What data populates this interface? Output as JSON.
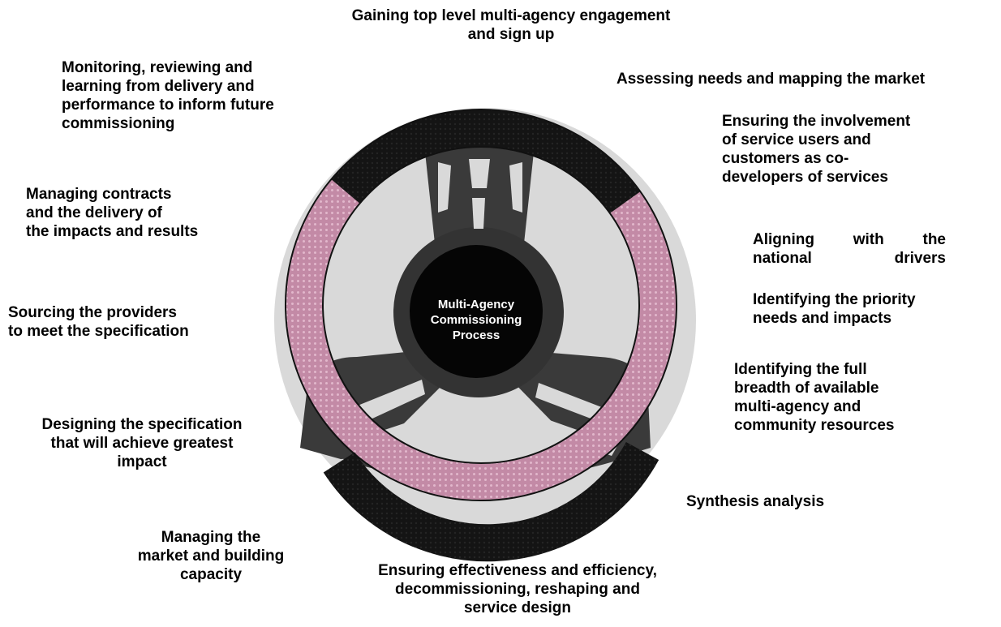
{
  "center": {
    "lines": "Multi-Agency\nCommissioning\nProcess"
  },
  "colors": {
    "rim_black": "#161616",
    "rim_pink": "#c38aa6",
    "spokes": "#3a3a3a",
    "hub": "#050505",
    "hub_text": "#ffffff"
  },
  "steps": [
    {
      "id": "gaining",
      "text": "Gaining top level multi-agency engagement\nand sign up"
    },
    {
      "id": "assessing",
      "text": "Assessing needs and mapping the market"
    },
    {
      "id": "ensuring-involvement",
      "text": "Ensuring the involvement\nof service users and\ncustomers as co-\ndevelopers of services"
    },
    {
      "id": "aligning",
      "text": "Aligning with the\nnational drivers"
    },
    {
      "id": "identifying-priority",
      "text": "Identifying the priority\nneeds and impacts"
    },
    {
      "id": "identifying-breadth",
      "text": "Identifying the full\nbreadth of available\nmulti-agency and\ncommunity resources"
    },
    {
      "id": "synthesis",
      "text": "Synthesis analysis"
    },
    {
      "id": "effectiveness",
      "text": "Ensuring effectiveness and efficiency,\ndecommissioning, reshaping and\nservice design"
    },
    {
      "id": "managing-market",
      "text": "Managing the\nmarket and building\ncapacity"
    },
    {
      "id": "designing",
      "text": "Designing the specification\nthat will achieve greatest\nimpact"
    },
    {
      "id": "sourcing",
      "text": "Sourcing the providers\nto meet the specification"
    },
    {
      "id": "managing-contracts",
      "text": "Managing  contracts\nand the delivery of\nthe impacts and results"
    },
    {
      "id": "monitoring",
      "text": "Monitoring, reviewing and\nlearning from delivery and\nperformance to inform future\ncommissioning"
    }
  ]
}
